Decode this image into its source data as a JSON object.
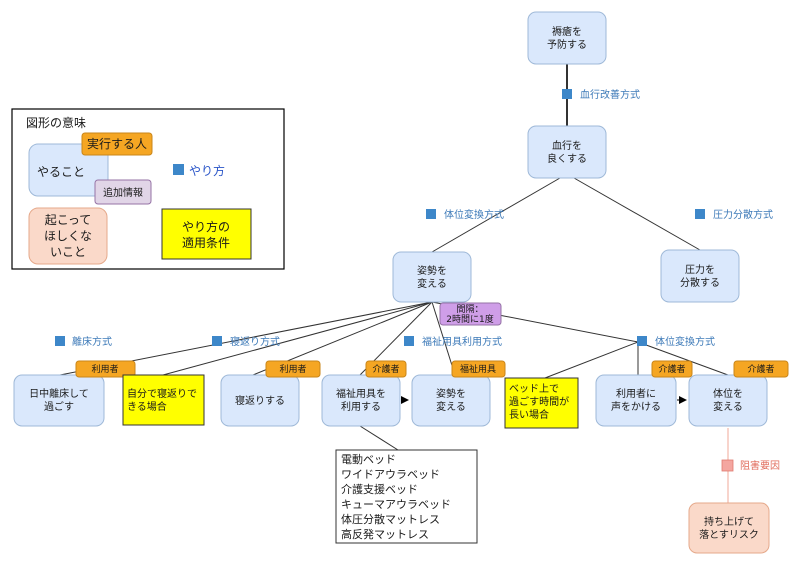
{
  "legend": {
    "title": "図形の意味",
    "action": "やること",
    "actor": "実行する人",
    "extra": "追加情報",
    "method": "やり方",
    "undesired": [
      "起こって",
      "ほしくな",
      "いこと"
    ],
    "condition": [
      "やり方の",
      "適用条件"
    ]
  },
  "nodes": {
    "prevent": [
      "褥瘡を",
      "予防する"
    ],
    "blood": [
      "血行を",
      "良くする"
    ],
    "posture_change": [
      "姿勢を",
      "変える"
    ],
    "pressure": [
      "圧力を",
      "分散する"
    ],
    "leave_bed": [
      "日中離床して",
      "過ごす"
    ],
    "turn": [
      "寝返りする"
    ],
    "use_tool": [
      "福祉用具を",
      "利用する"
    ],
    "posture_change2": [
      "姿勢を",
      "変える"
    ],
    "call": [
      "利用者に",
      "声をかける"
    ],
    "change_position": [
      "体位を",
      "変える"
    ],
    "risk": [
      "持ち上げて",
      "落とすリスク"
    ]
  },
  "methods": {
    "circulation": "血行改善方式",
    "position_change": "体位変換方式",
    "pressure_dist": "圧力分散方式",
    "leave_bed": "離床方式",
    "turn": "寝返り方式",
    "welfare_tool": "福祉用具利用方式",
    "position_change2": "体位変換方式"
  },
  "hazard": {
    "label": "阻害要因"
  },
  "tags": {
    "user1": "利用者",
    "user2": "利用者",
    "caregiver1": "介護者",
    "tool": "福祉用具",
    "caregiver2": "介護者",
    "caregiver3": "介護者"
  },
  "extra_info": {
    "interval": [
      "間隔：",
      "2時間に1度"
    ]
  },
  "conditions": {
    "self_turn": [
      "自分で寝返りで",
      "きる場合"
    ],
    "long_bed": [
      "ベッド上で",
      "過ごす時間が",
      "長い場合"
    ]
  },
  "tool_list": [
    "電動ベッド",
    "ワイドアウラベッド",
    "介護支援ベッド",
    "キューマアウラベッド",
    "体圧分散マットレス",
    "高反発マットレス"
  ],
  "colors": {
    "node_fill": "#dae8fc",
    "node_stroke": "#9fb9d8",
    "actor_fill": "#f5a623",
    "extra_fill": "#e1d5e7",
    "condition_fill": "#ffff00",
    "undesired_fill": "#fad9c9",
    "method_square": "#3d87c9",
    "hazard_square": "#f4a6a0"
  }
}
